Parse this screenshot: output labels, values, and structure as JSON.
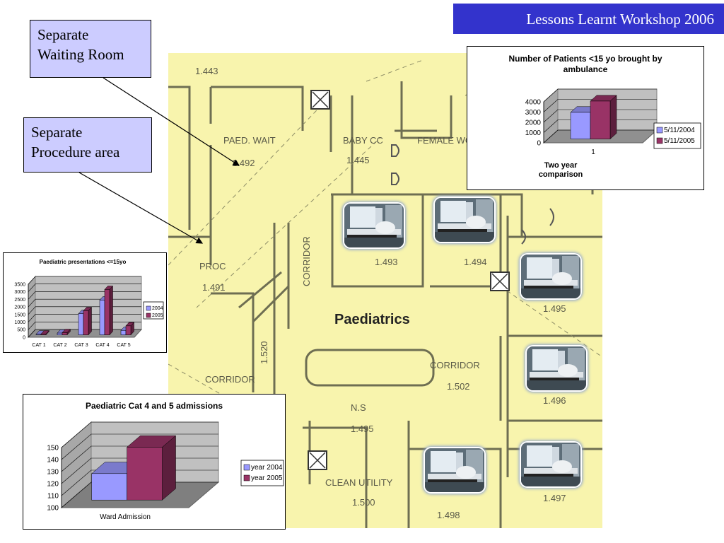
{
  "banner": {
    "title": "Lessons Learnt Workshop 2006"
  },
  "callouts": [
    {
      "text": "Separate\nWaiting Room"
    },
    {
      "text": "Separate\nProcedure area"
    }
  ],
  "floorplan": {
    "title": "Paediatrics",
    "rooms": [
      {
        "label": "1.443"
      },
      {
        "label": "PAED. WAIT"
      },
      {
        "label": "1.492"
      },
      {
        "label": "BABY CC"
      },
      {
        "label": "1.445"
      },
      {
        "label": "FEMALE WC"
      },
      {
        "label": "PROC"
      },
      {
        "label": "1.491"
      },
      {
        "label": "CORRIDOR"
      },
      {
        "label": "1.493"
      },
      {
        "label": "1.494"
      },
      {
        "label": "1.495"
      },
      {
        "label": "1.496"
      },
      {
        "label": "1.497"
      },
      {
        "label": "CORRIDOR"
      },
      {
        "label": "1.502"
      },
      {
        "label": "N.S"
      },
      {
        "label": "1.495"
      },
      {
        "label": "CLEAN UTILITY"
      },
      {
        "label": "1.500"
      },
      {
        "label": "1.498"
      },
      {
        "label": "CORRIDOR"
      },
      {
        "label": "1.520"
      }
    ]
  },
  "colors": {
    "series_2004": "#9999ff",
    "series_2005": "#993366",
    "banner": "#3333cc",
    "callout": "#ccccff",
    "floor": "#f8f4ad"
  },
  "chart_data": [
    {
      "type": "bar",
      "title": "Number of Patients <15 yo brought by ambulance",
      "categories": [
        "1"
      ],
      "series": [
        {
          "name": "5/11/2004",
          "values": [
            2600
          ]
        },
        {
          "name": "5/11/2005",
          "values": [
            3700
          ]
        }
      ],
      "xlabel": "Two year comparison",
      "ylabel": "",
      "ylim": [
        0,
        4000
      ],
      "yticks": [
        "0",
        "1000",
        "2000",
        "3000",
        "4000"
      ],
      "grid": true,
      "legend": "right"
    },
    {
      "type": "bar",
      "title": "Paediatric presentations <=15yo",
      "categories": [
        "CAT 1",
        "CAT 2",
        "CAT 3",
        "CAT 4",
        "CAT 5"
      ],
      "series": [
        {
          "name": "2004",
          "values": [
            50,
            120,
            1400,
            2300,
            300
          ]
        },
        {
          "name": "2005",
          "values": [
            60,
            150,
            1600,
            3000,
            600
          ]
        }
      ],
      "xlabel": "",
      "ylabel": "",
      "ylim": [
        0,
        3500
      ],
      "yticks": [
        "0",
        "500",
        "1000",
        "1500",
        "2000",
        "2500",
        "3000",
        "3500"
      ],
      "grid": true,
      "legend": "right"
    },
    {
      "type": "bar",
      "title": "Paediatric Cat 4 and 5 admissions",
      "categories": [
        "Ward Admission"
      ],
      "series": [
        {
          "name": "year 2004",
          "values": [
            122
          ]
        },
        {
          "name": "year 2005",
          "values": [
            144
          ]
        }
      ],
      "xlabel": "",
      "ylabel": "",
      "ylim": [
        100,
        150
      ],
      "yticks": [
        "100",
        "110",
        "120",
        "130",
        "140",
        "150"
      ],
      "grid": true,
      "legend": "right"
    }
  ]
}
